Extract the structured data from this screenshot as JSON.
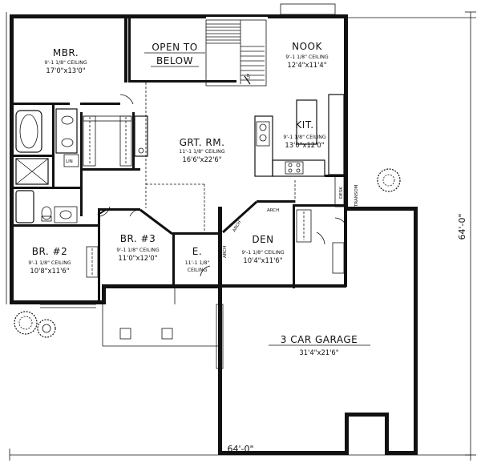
{
  "rooms": {
    "mbr": {
      "name": "MBR.",
      "ceiling": "9'-1 1/8\" CEILING",
      "size": "17'0\"x13'0\""
    },
    "open": {
      "line1": "OPEN TO",
      "line2": "BELOW"
    },
    "nook": {
      "name": "NOOK",
      "ceiling": "9'-1 1/8\" CEILING",
      "size": "12'4\"x11'4\""
    },
    "grt": {
      "name": "GRT. RM.",
      "ceiling": "11'-1 1/8\" CEILING",
      "size": "16'6\"x22'6\""
    },
    "kit": {
      "name": "KIT.",
      "ceiling": "9'-1 1/8\" CEILING",
      "size": "13'0\"x12'0\""
    },
    "br2": {
      "name": "BR. #2",
      "ceiling": "9'-1 1/8\" CEILING",
      "size": "10'8\"x11'6\""
    },
    "br3": {
      "name": "BR. #3",
      "ceiling": "9'-1 1/8\" CEILING",
      "size": "11'0\"x12'0\""
    },
    "entry": {
      "name": "E.",
      "ceiling1": "11'-1 1/8\"",
      "ceiling2": "CEILING"
    },
    "den": {
      "name": "DEN",
      "ceiling": "9'-1 1/8\" CEILING",
      "size": "10'4\"x11'6\""
    },
    "garage": {
      "name": "3 CAR GARAGE",
      "size": "31'4\"x21'6\""
    }
  },
  "small_labels": {
    "lin": "LIN",
    "desk": "DESK",
    "transom": "TRANSOM",
    "arch_top": "ARCH",
    "arch_side": "ARCH",
    "arch_entry": "ARCH",
    "up": "UP"
  },
  "dimensions": {
    "width": "64'-0\"",
    "depth": "64'-0\""
  }
}
